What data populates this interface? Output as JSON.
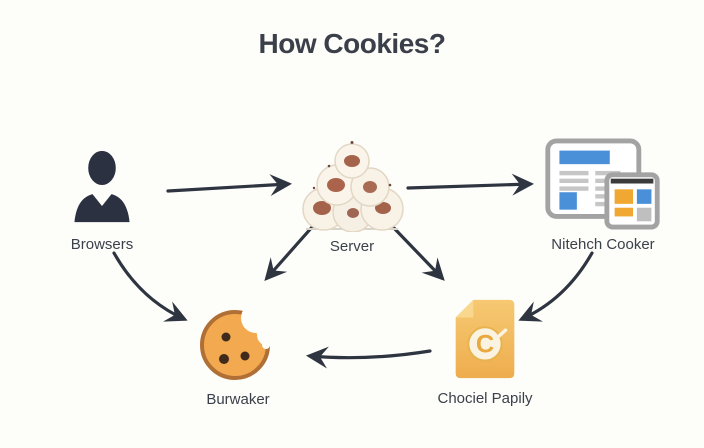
{
  "title": "How Cookies?",
  "nodes": {
    "browsers": {
      "label": "Browsers",
      "icon": "user-icon"
    },
    "server": {
      "label": "Server",
      "icon": "cookie-pile-icon"
    },
    "nitehch": {
      "label": "Nitehch Cooker",
      "icon": "browser-windows-icon"
    },
    "burwaker": {
      "label": "Burwaker",
      "icon": "bitten-cookie-icon"
    },
    "chociel": {
      "label": "Chociel Papily",
      "icon": "document-c-icon"
    }
  },
  "diagram": {
    "edges": [
      {
        "from": "browsers",
        "to": "server"
      },
      {
        "from": "server",
        "to": "nitehch"
      },
      {
        "from": "server",
        "to": "burwaker"
      },
      {
        "from": "server",
        "to": "chociel"
      },
      {
        "from": "browsers",
        "to": "burwaker"
      },
      {
        "from": "nitehch",
        "to": "chociel"
      },
      {
        "from": "chociel",
        "to": "burwaker"
      }
    ]
  },
  "colors": {
    "background": "#fdfdf9",
    "title_text": "#3a3f4a",
    "label_text": "#3b414b",
    "arrow": "#2e3440",
    "person": "#2b3140",
    "cookie_cream": "#f8f2e7",
    "cookie_jam": "#96492f",
    "cookie_orange": "#f2a94f",
    "cookie_outline": "#b06f35",
    "chip_brown": "#3f2a1c",
    "window_frame": "#a3a3a3",
    "accent_blue": "#4a90d8",
    "accent_orange": "#f0a832",
    "doc_yellow": "#f4be63",
    "doc_fold": "#f9d88e"
  }
}
